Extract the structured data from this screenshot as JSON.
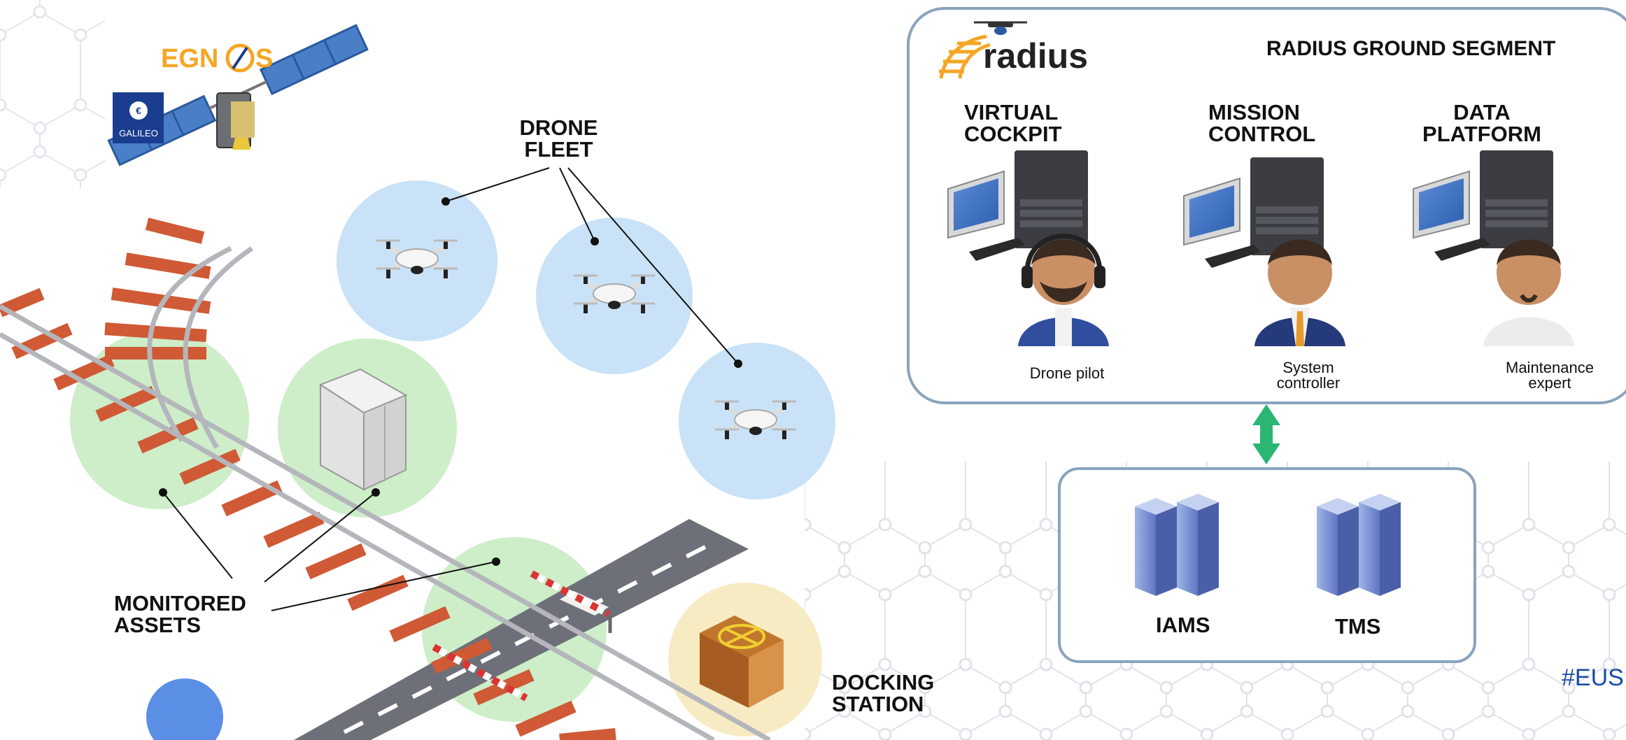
{
  "brand": {
    "egnos": "EGN",
    "egnos_tail": "S",
    "galileo": "GALILEO",
    "radius": "radius"
  },
  "ground_segment": {
    "title": "RADIUS GROUND SEGMENT",
    "columns": [
      {
        "title": "VIRTUAL\nCOCKPIT",
        "role": "Drone pilot"
      },
      {
        "title": "MISSION\nCONTROL",
        "role": "System\ncontroller"
      },
      {
        "title": "DATA\nPLATFORM",
        "role": "Maintenance\nexpert"
      }
    ]
  },
  "backend": {
    "items": [
      "IAMS",
      "TMS"
    ]
  },
  "labels": {
    "drone_fleet": "DRONE\nFLEET",
    "monitored_assets": "MONITORED\nASSETS",
    "docking_station": "DOCKING\nSTATION",
    "hashtag": "#EUS"
  },
  "colors": {
    "accent_orange": "#f5a623",
    "drone_zone": "#c9e2f7",
    "asset_zone": "#cdeec8",
    "dock_zone": "#f7ebc4",
    "arrow": "#2bb673",
    "panel_border": "#8aa3bd",
    "rail_tie": "#c8542f",
    "hashtag": "#1a4aa8"
  }
}
